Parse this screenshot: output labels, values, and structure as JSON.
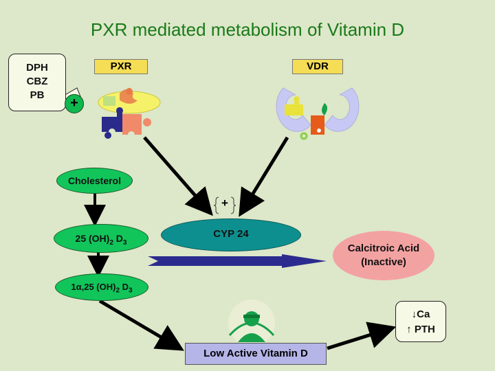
{
  "title": "PXR mediated metabolism of Vitamin D",
  "drugs": {
    "line1": "DPH",
    "line2": "CBZ",
    "line3": "PB",
    "badge": "+"
  },
  "receptors": {
    "pxr": "PXR",
    "vdr": "VDR"
  },
  "cyp": {
    "plus": "+",
    "label": "CYP 24"
  },
  "pathway": {
    "cholesterol": "Cholesterol",
    "oh25": {
      "prefix": "25 (OH)",
      "sub1": "2",
      "mid": " D",
      "sub2": "3"
    },
    "dihydroxy": {
      "prefix": "1α,25 (OH)",
      "sub1": "2",
      "mid": " D",
      "sub2": "3"
    }
  },
  "calcitroic": {
    "line1": "Calcitroic Acid",
    "line2": "(Inactive)"
  },
  "low_vitd": "Low Active Vitamin D",
  "outcome": {
    "line1": "↓Ca",
    "line2": "↑ PTH"
  },
  "colors": {
    "background": "#dde7c9",
    "title": "#1a7a1a",
    "green_node": "#11c55a",
    "teal_node": "#0e8f8f",
    "pink_node": "#f3a2a2",
    "label_yellow": "#f5dd55",
    "lavender": "#b5b5e8",
    "navy_arrow": "#2b2b8f"
  },
  "icons": [
    "pxr-puzzle-icon",
    "vdr-puzzle-icon",
    "person-icon"
  ]
}
